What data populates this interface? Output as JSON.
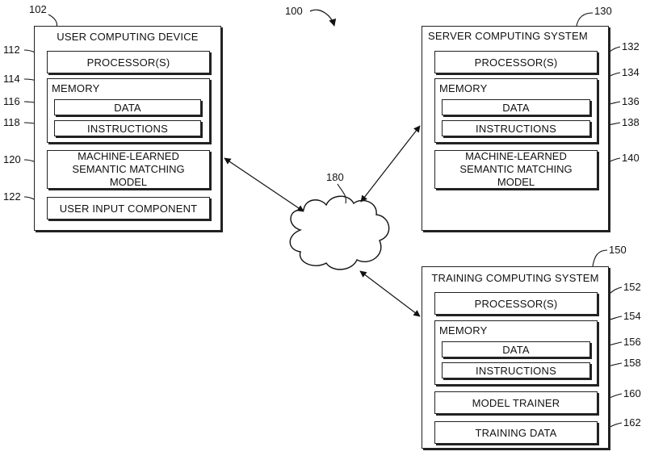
{
  "figure_number": "100",
  "network": {
    "ref": "180"
  },
  "user_device": {
    "ref": "102",
    "title": "USER COMPUTING DEVICE",
    "processor": {
      "ref": "112",
      "label": "PROCESSOR(S)"
    },
    "memory": {
      "ref": "114",
      "label": "MEMORY",
      "data": {
        "ref": "116",
        "label": "DATA"
      },
      "instructions": {
        "ref": "118",
        "label": "INSTRUCTIONS"
      }
    },
    "model": {
      "ref": "120",
      "label": "MACHINE-LEARNED SEMANTIC MATCHING MODEL"
    },
    "input": {
      "ref": "122",
      "label": "USER INPUT COMPONENT"
    }
  },
  "server": {
    "ref": "130",
    "title": "SERVER COMPUTING SYSTEM",
    "processor": {
      "ref": "132",
      "label": "PROCESSOR(S)"
    },
    "memory": {
      "ref": "134",
      "label": "MEMORY",
      "data": {
        "ref": "136",
        "label": "DATA"
      },
      "instructions": {
        "ref": "138",
        "label": "INSTRUCTIONS"
      }
    },
    "model": {
      "ref": "140",
      "label": "MACHINE-LEARNED SEMANTIC MATCHING MODEL"
    }
  },
  "training": {
    "ref": "150",
    "title": "TRAINING COMPUTING SYSTEM",
    "processor": {
      "ref": "152",
      "label": "PROCESSOR(S)"
    },
    "memory": {
      "ref": "154",
      "label": "MEMORY",
      "data": {
        "ref": "156",
        "label": "DATA"
      },
      "instructions": {
        "ref": "158",
        "label": "INSTRUCTIONS"
      }
    },
    "trainer": {
      "ref": "160",
      "label": "MODEL TRAINER"
    },
    "training_data": {
      "ref": "162",
      "label": "TRAINING DATA"
    }
  }
}
